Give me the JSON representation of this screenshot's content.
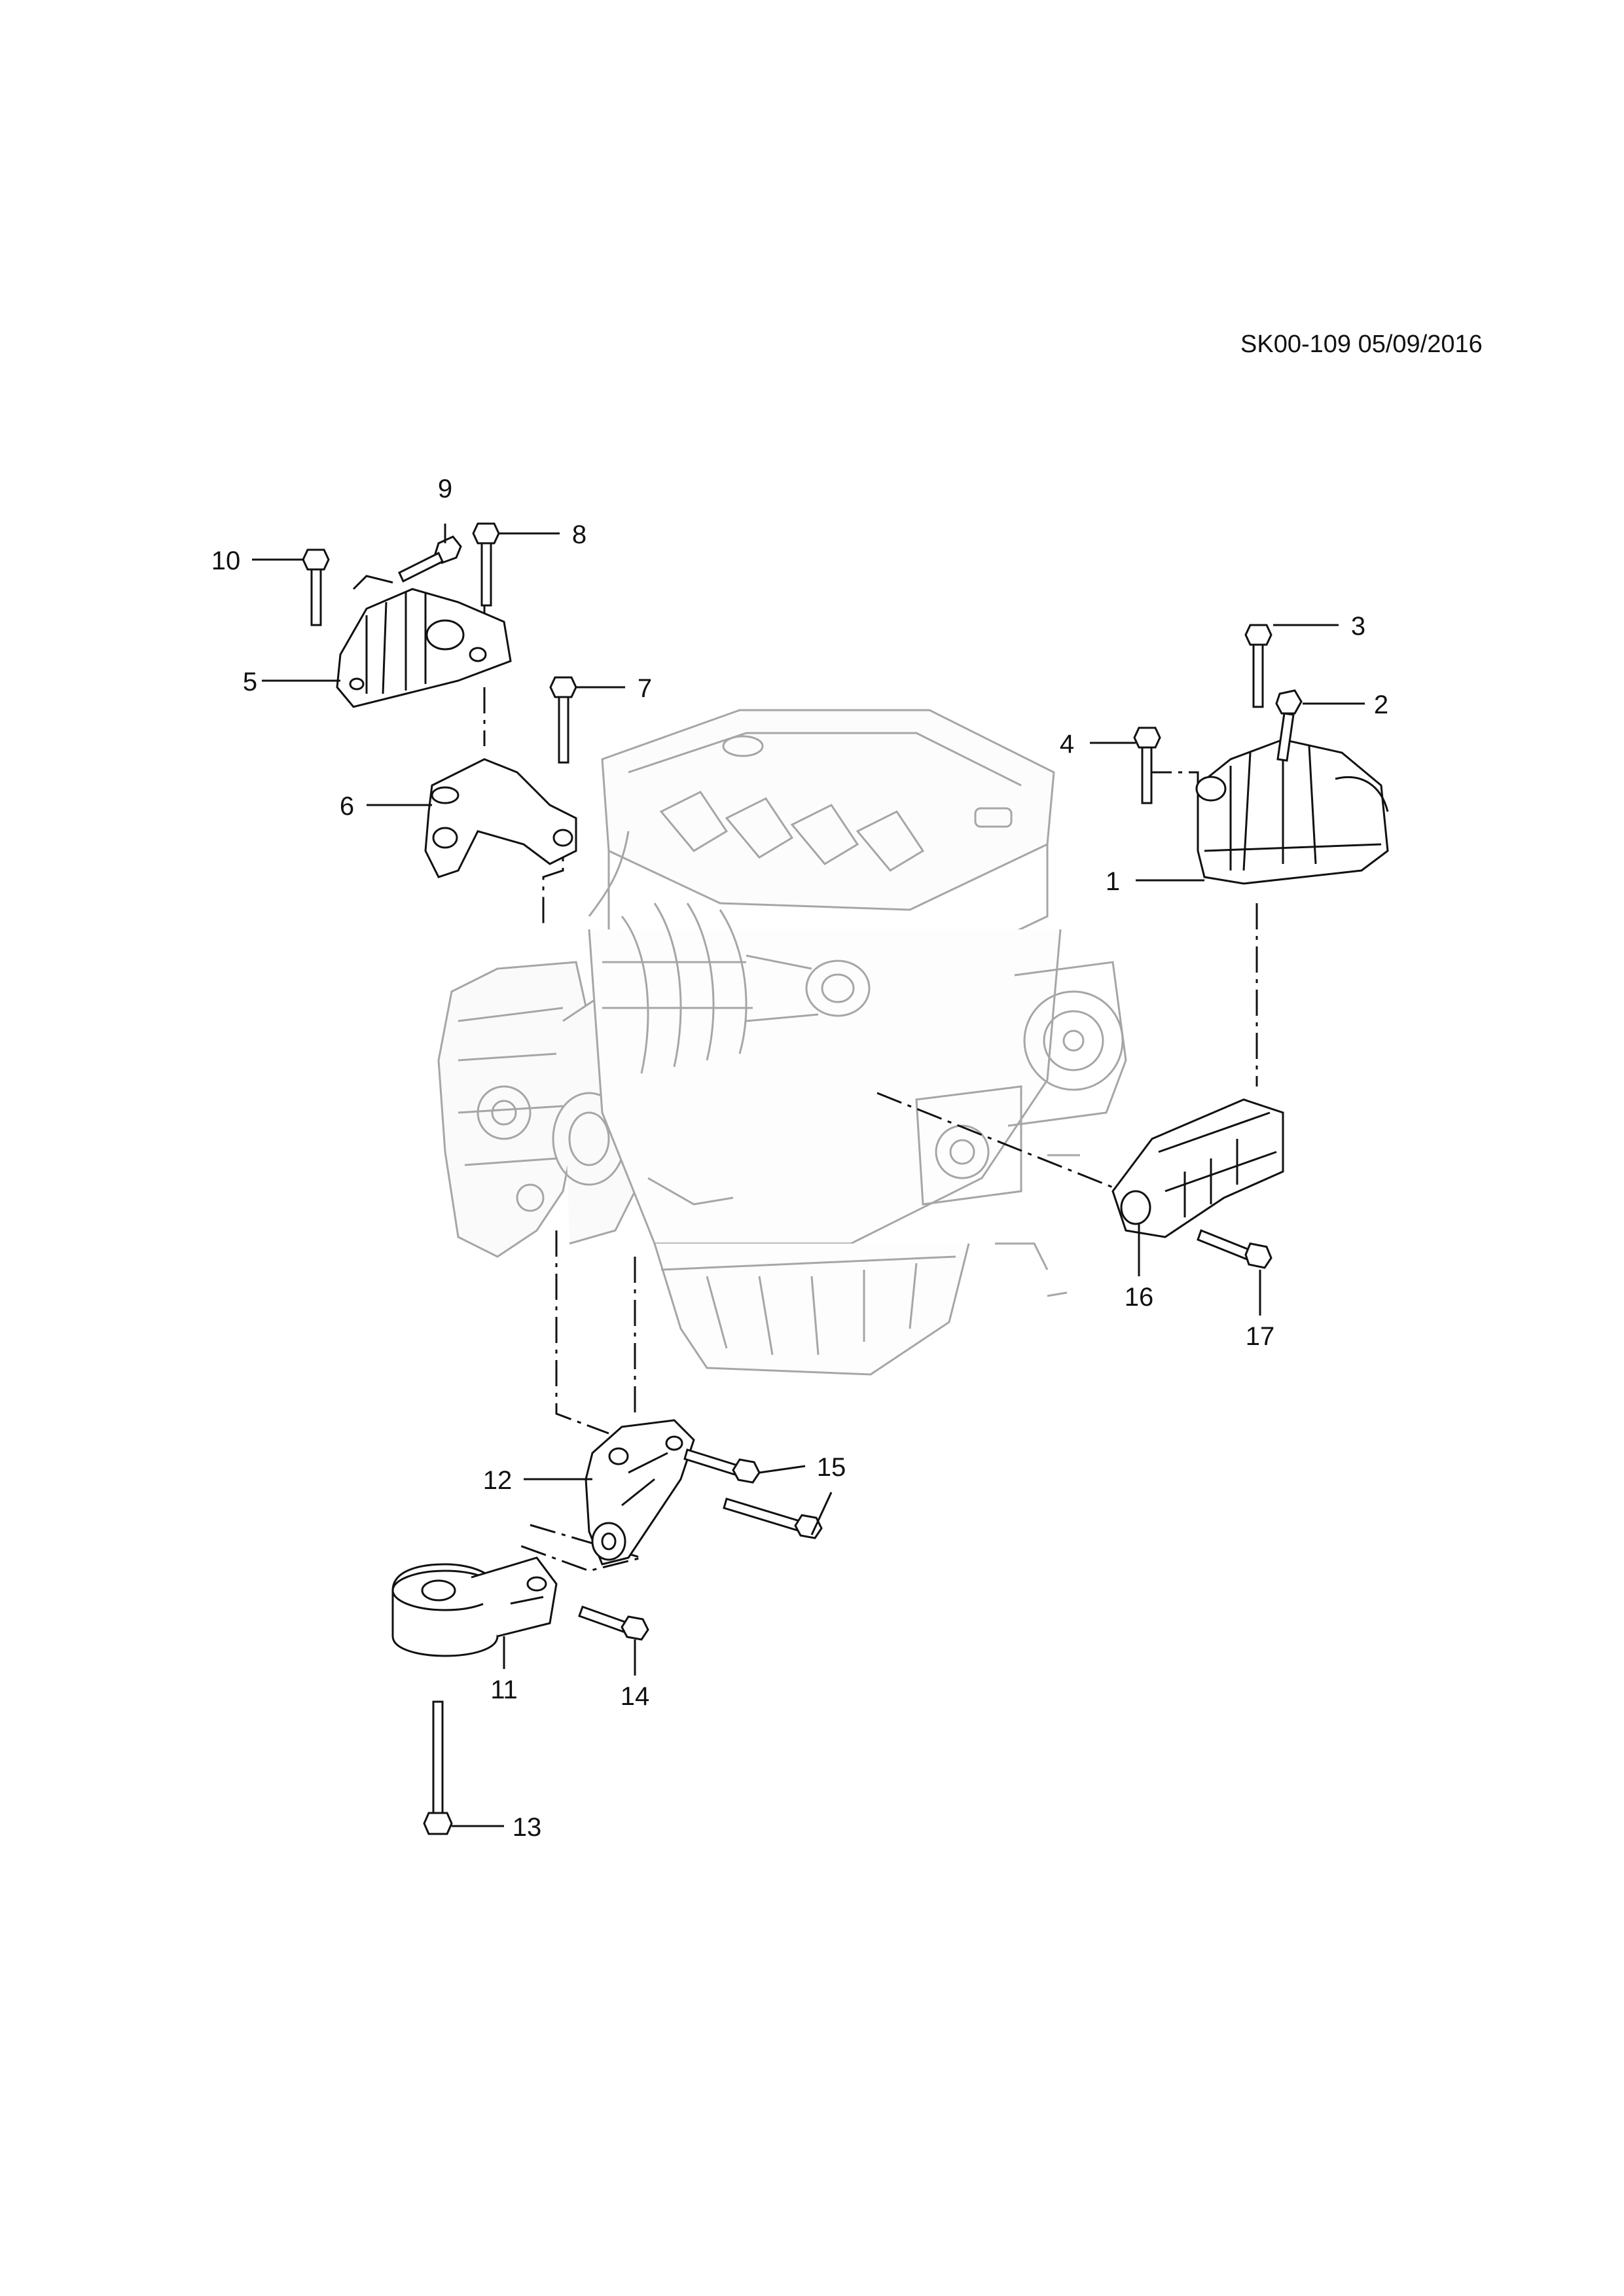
{
  "drawing": {
    "id_label": "SK00-109 05/09/2016"
  },
  "callouts": [
    {
      "number": "1"
    },
    {
      "number": "2"
    },
    {
      "number": "3"
    },
    {
      "number": "4"
    },
    {
      "number": "5"
    },
    {
      "number": "6"
    },
    {
      "number": "7"
    },
    {
      "number": "8"
    },
    {
      "number": "9"
    },
    {
      "number": "10"
    },
    {
      "number": "11"
    },
    {
      "number": "12"
    },
    {
      "number": "13"
    },
    {
      "number": "14"
    },
    {
      "number": "15"
    },
    {
      "number": "16"
    },
    {
      "number": "17"
    }
  ],
  "colors": {
    "line": "#111111",
    "engine_ghost": "#a6a6a6",
    "background": "#ffffff"
  }
}
